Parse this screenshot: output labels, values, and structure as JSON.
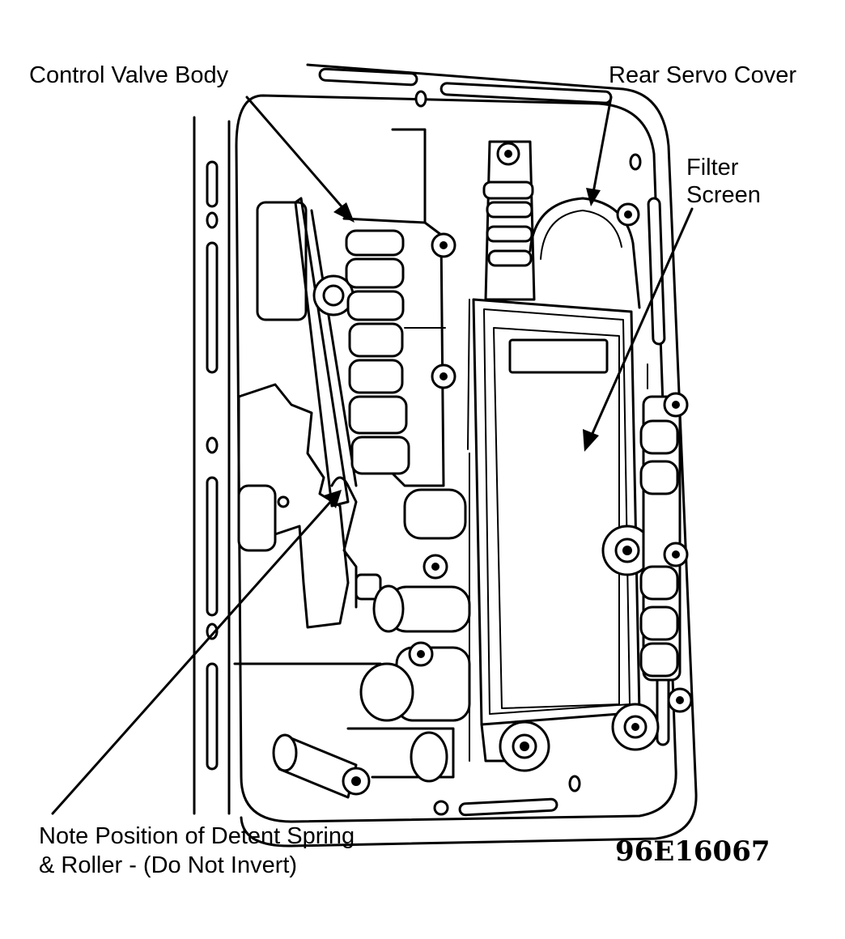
{
  "labels": {
    "control_valve_body": "Control Valve Body",
    "rear_servo_cover": "Rear Servo Cover",
    "filter_screen_line1": "Filter",
    "filter_screen_line2": "Screen",
    "detent_note_line1": "Note Position of Detent Spring",
    "detent_note_line2": "& Roller - (Do Not Invert)"
  },
  "figure_code": "96E16067"
}
